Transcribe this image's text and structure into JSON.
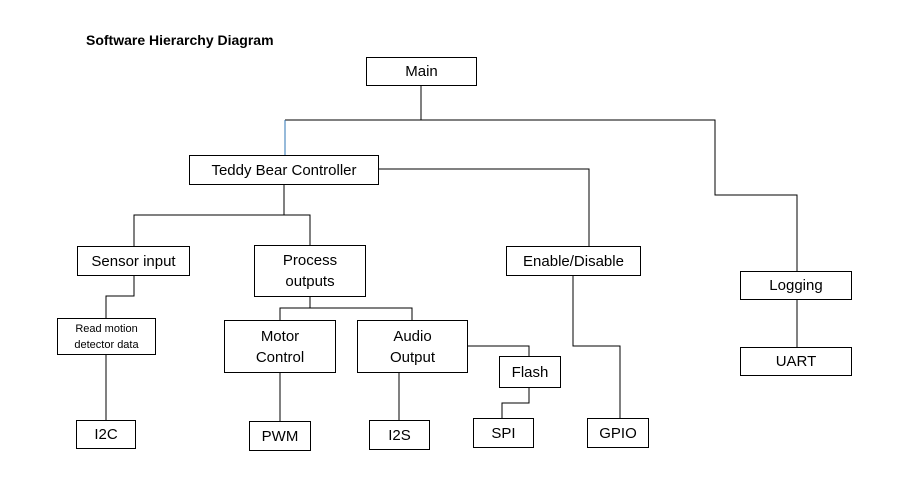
{
  "title": "Software Hierarchy Diagram",
  "nodes": {
    "main": "Main",
    "teddy_bear_controller": "Teddy Bear Controller",
    "sensor_input": "Sensor input",
    "process_outputs": "Process\noutputs",
    "enable_disable": "Enable/Disable",
    "logging": "Logging",
    "read_motion": "Read motion\ndetector data",
    "motor_control": "Motor\nControl",
    "audio_output": "Audio\nOutput",
    "flash": "Flash",
    "uart": "UART",
    "i2c": "I2C",
    "pwm": "PWM",
    "i2s": "I2S",
    "spi": "SPI",
    "gpio": "GPIO"
  },
  "colors": {
    "line": "#000000",
    "highlight_line": "#2e75b6"
  }
}
